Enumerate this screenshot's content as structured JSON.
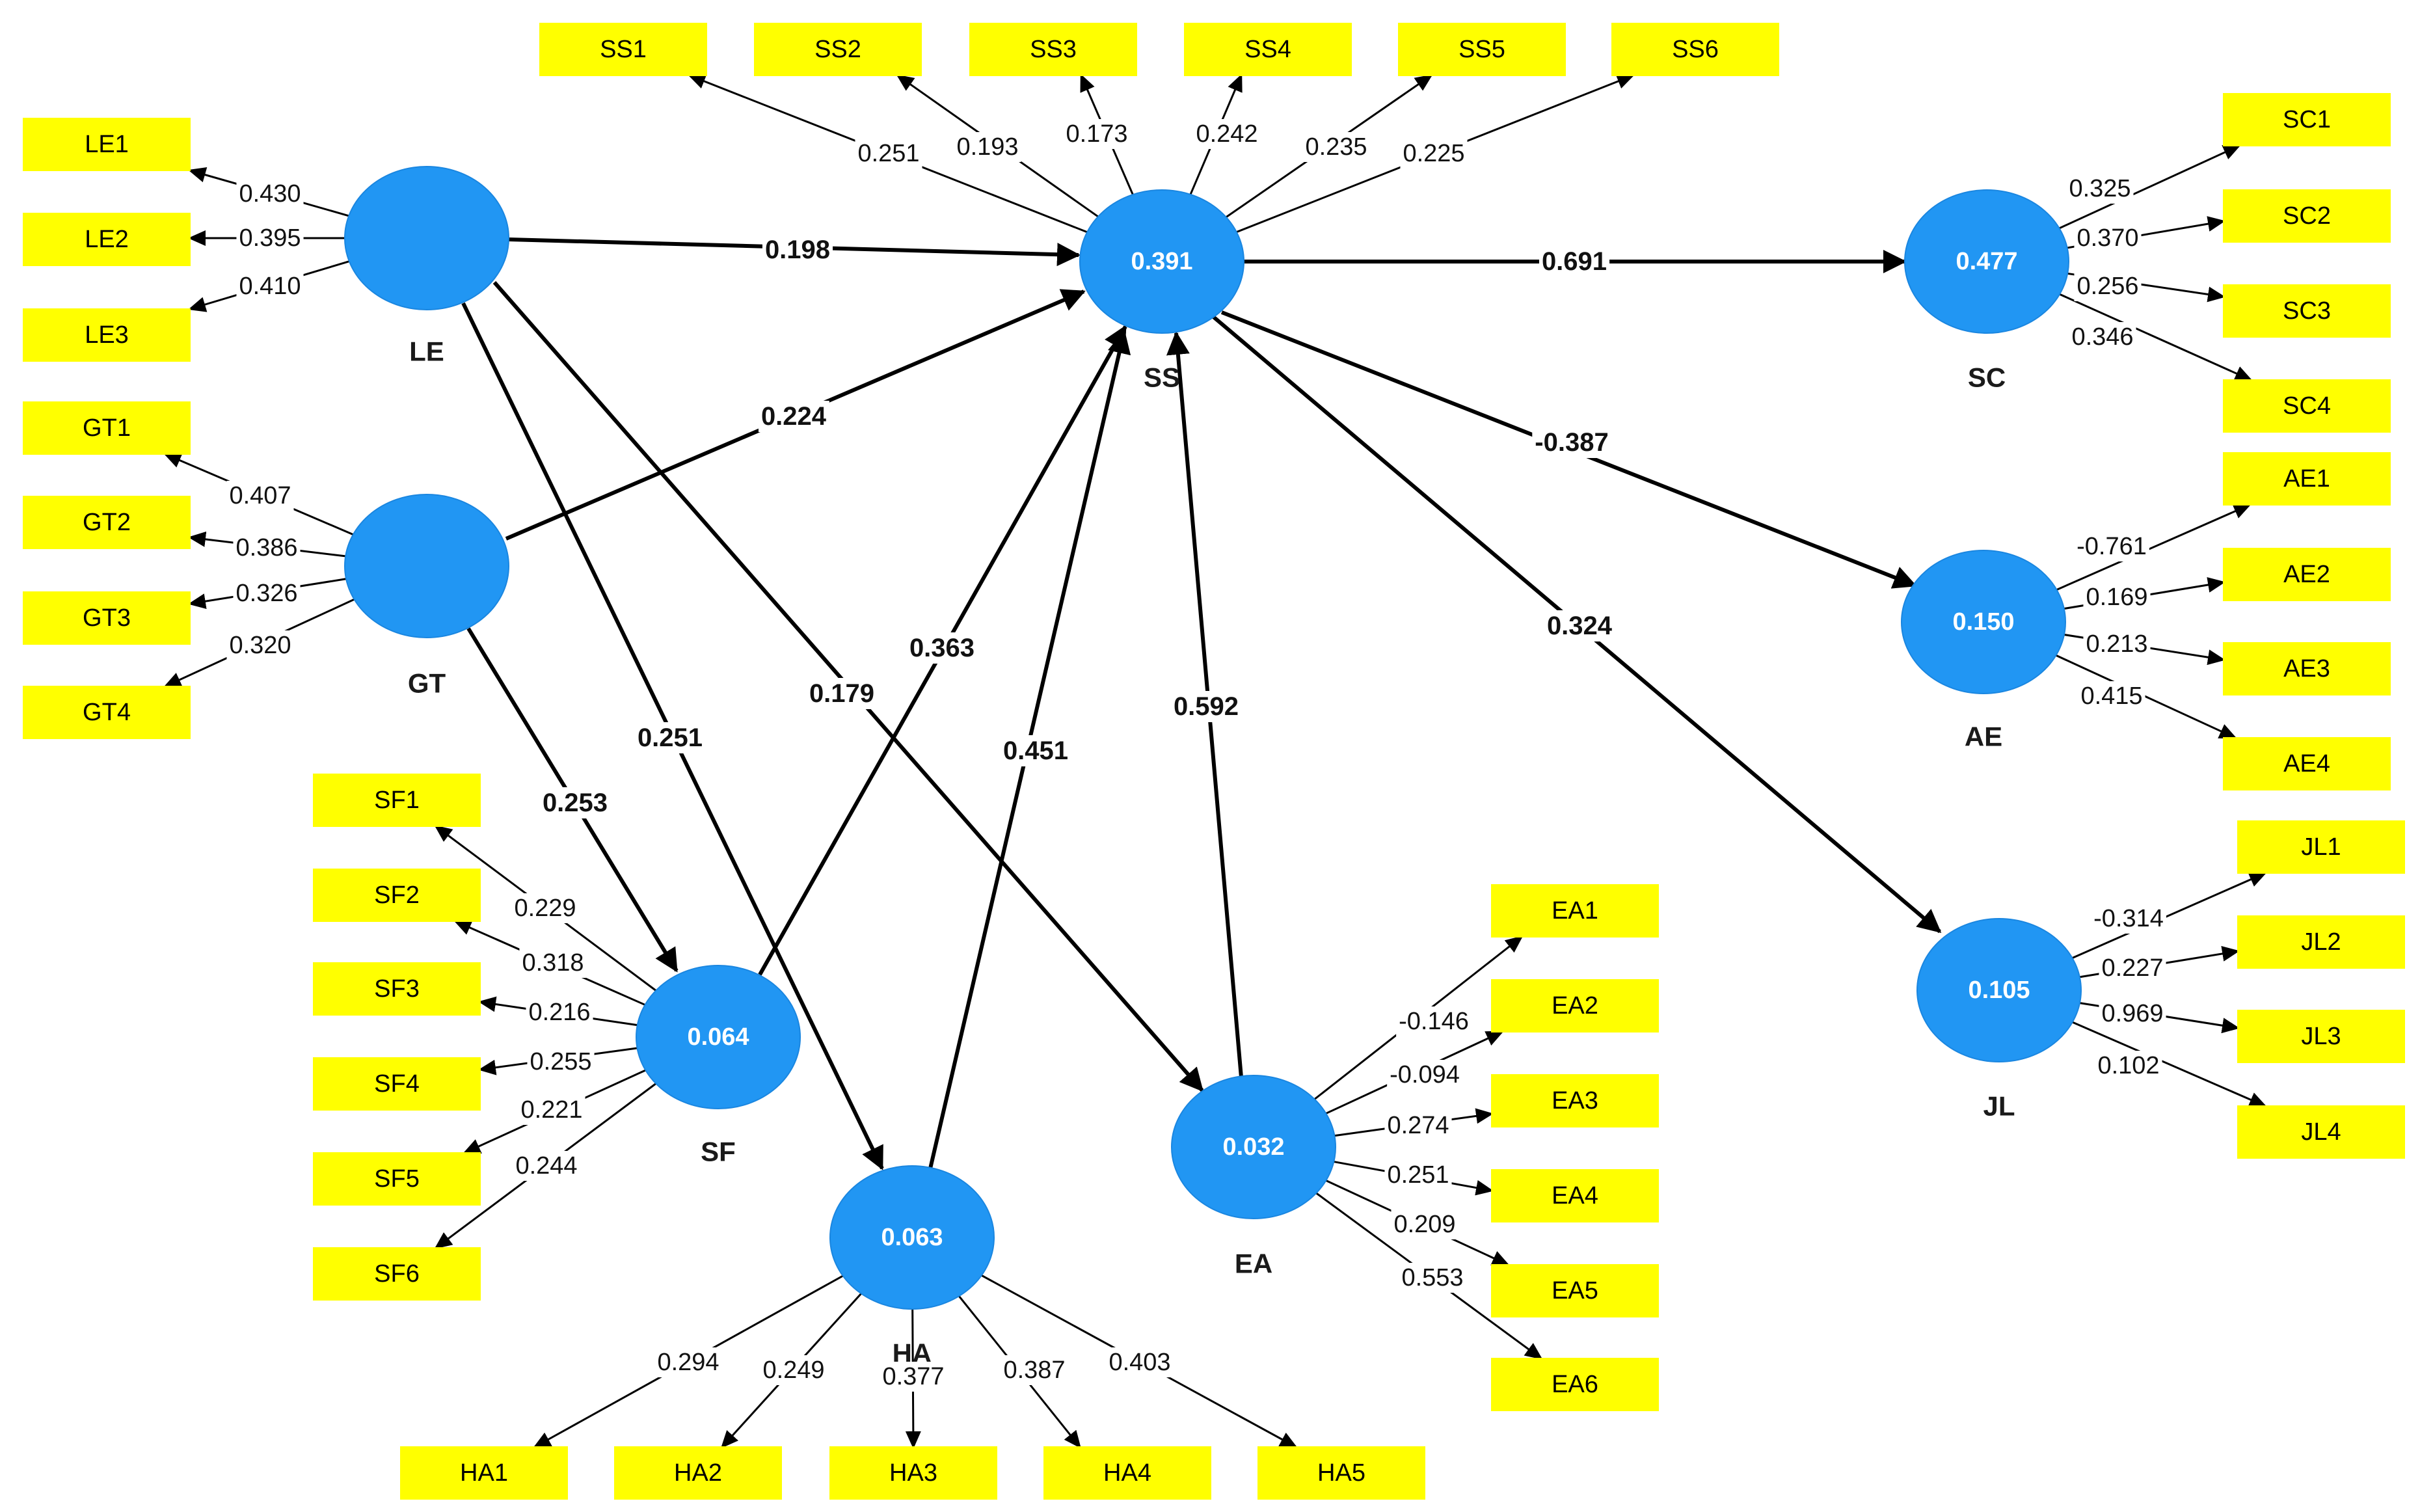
{
  "constructs": {
    "LE": {
      "label": "LE",
      "r2": ""
    },
    "GT": {
      "label": "GT",
      "r2": ""
    },
    "SS": {
      "label": "SS",
      "r2": "0.391"
    },
    "SF": {
      "label": "SF",
      "r2": "0.064"
    },
    "HA": {
      "label": "HA",
      "r2": "0.063"
    },
    "EA": {
      "label": "EA",
      "r2": "0.032"
    },
    "SC": {
      "label": "SC",
      "r2": "0.477"
    },
    "AE": {
      "label": "AE",
      "r2": "0.150"
    },
    "JL": {
      "label": "JL",
      "r2": "0.105"
    }
  },
  "indicators": {
    "LE1": {
      "label": "LE1",
      "weight": "0.430"
    },
    "LE2": {
      "label": "LE2",
      "weight": "0.395"
    },
    "LE3": {
      "label": "LE3",
      "weight": "0.410"
    },
    "GT1": {
      "label": "GT1",
      "weight": "0.407"
    },
    "GT2": {
      "label": "GT2",
      "weight": "0.386"
    },
    "GT3": {
      "label": "GT3",
      "weight": "0.326"
    },
    "GT4": {
      "label": "GT4",
      "weight": "0.320"
    },
    "SS1": {
      "label": "SS1",
      "weight": "0.251"
    },
    "SS2": {
      "label": "SS2",
      "weight": "0.193"
    },
    "SS3": {
      "label": "SS3",
      "weight": "0.173"
    },
    "SS4": {
      "label": "SS4",
      "weight": "0.242"
    },
    "SS5": {
      "label": "SS5",
      "weight": "0.235"
    },
    "SS6": {
      "label": "SS6",
      "weight": "0.225"
    },
    "SC1": {
      "label": "SC1",
      "weight": "0.325"
    },
    "SC2": {
      "label": "SC2",
      "weight": "0.370"
    },
    "SC3": {
      "label": "SC3",
      "weight": "0.256"
    },
    "SC4": {
      "label": "SC4",
      "weight": "0.346"
    },
    "AE1": {
      "label": "AE1",
      "weight": "-0.761"
    },
    "AE2": {
      "label": "AE2",
      "weight": "0.169"
    },
    "AE3": {
      "label": "AE3",
      "weight": "0.213"
    },
    "AE4": {
      "label": "AE4",
      "weight": "0.415"
    },
    "JL1": {
      "label": "JL1",
      "weight": "-0.314"
    },
    "JL2": {
      "label": "JL2",
      "weight": "0.227"
    },
    "JL3": {
      "label": "JL3",
      "weight": "0.969"
    },
    "JL4": {
      "label": "JL4",
      "weight": "0.102"
    },
    "SF1": {
      "label": "SF1",
      "weight": "0.229"
    },
    "SF2": {
      "label": "SF2",
      "weight": "0.318"
    },
    "SF3": {
      "label": "SF3",
      "weight": "0.216"
    },
    "SF4": {
      "label": "SF4",
      "weight": "0.255"
    },
    "SF5": {
      "label": "SF5",
      "weight": "0.221"
    },
    "SF6": {
      "label": "SF6",
      "weight": "0.244"
    },
    "HA1": {
      "label": "HA1",
      "weight": "0.294"
    },
    "HA2": {
      "label": "HA2",
      "weight": "0.249"
    },
    "HA3": {
      "label": "HA3",
      "weight": "0.377"
    },
    "HA4": {
      "label": "HA4",
      "weight": "0.387"
    },
    "HA5": {
      "label": "HA5",
      "weight": "0.403"
    },
    "EA1": {
      "label": "EA1",
      "weight": "-0.146"
    },
    "EA2": {
      "label": "EA2",
      "weight": "-0.094"
    },
    "EA3": {
      "label": "EA3",
      "weight": "0.274"
    },
    "EA4": {
      "label": "EA4",
      "weight": "0.251"
    },
    "EA5": {
      "label": "EA5",
      "weight": "0.209"
    },
    "EA6": {
      "label": "EA6",
      "weight": "0.553"
    }
  },
  "paths": {
    "le_ss": {
      "from": "LE",
      "to": "SS",
      "coef": "0.198"
    },
    "gt_ss": {
      "from": "GT",
      "to": "SS",
      "coef": "0.224"
    },
    "le_ha": {
      "from": "LE",
      "to": "HA",
      "coef": "0.251"
    },
    "le_ea": {
      "from": "LE",
      "to": "EA",
      "coef": "0.179"
    },
    "gt_sf": {
      "from": "GT",
      "to": "SF",
      "coef": "0.253"
    },
    "sf_ss": {
      "from": "SF",
      "to": "SS",
      "coef": "0.363"
    },
    "ha_ss": {
      "from": "HA",
      "to": "SS",
      "coef": "0.451"
    },
    "ea_ss": {
      "from": "EA",
      "to": "SS",
      "coef": "0.592"
    },
    "ss_sc": {
      "from": "SS",
      "to": "SC",
      "coef": "0.691"
    },
    "ss_ae": {
      "from": "SS",
      "to": "AE",
      "coef": "-0.387"
    },
    "ss_jl": {
      "from": "SS",
      "to": "JL",
      "coef": "0.324"
    }
  },
  "colors": {
    "construct_fill": "#2196f3",
    "indicator_fill": "#ffff00",
    "arrow": "#000000",
    "background": "#ffffff"
  }
}
